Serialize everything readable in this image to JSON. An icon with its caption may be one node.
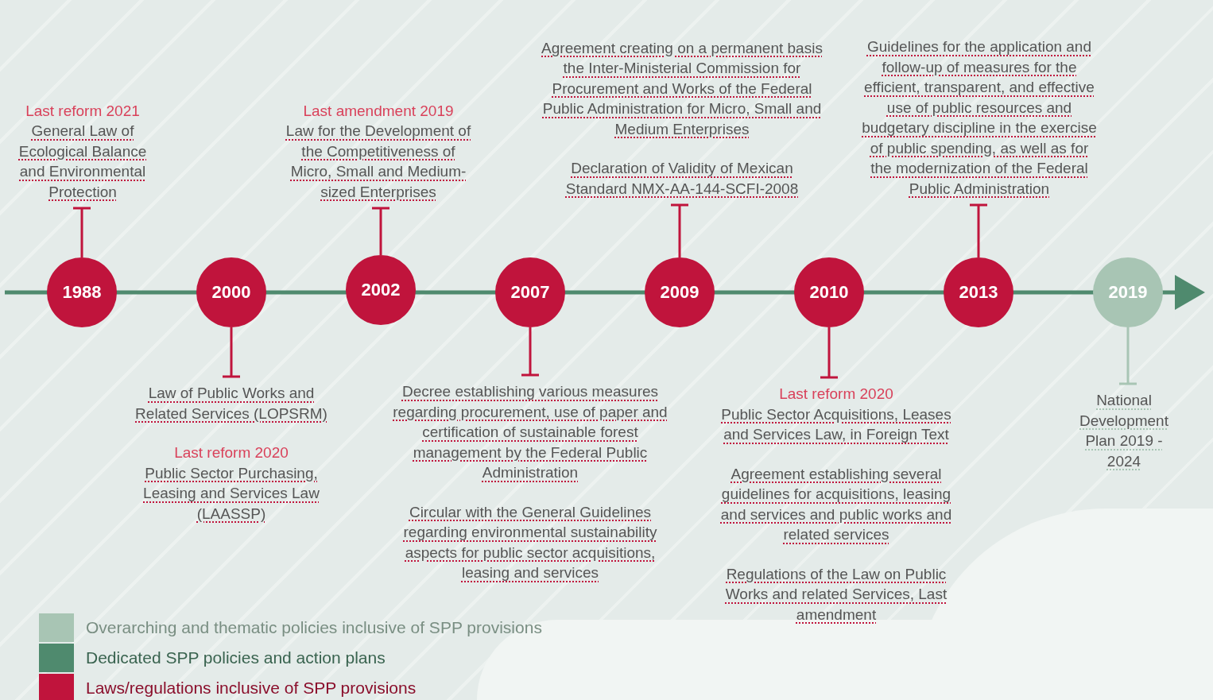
{
  "diagram": {
    "nodes": [
      {
        "text": [
          "1988"
        ]
      },
      {
        "text": [
          "2000"
        ]
      },
      {
        "text": [
          "2002"
        ]
      },
      {
        "text": [
          "2007"
        ]
      },
      {
        "text": [
          "2009"
        ]
      },
      {
        "text": [
          "2010"
        ]
      },
      {
        "text": [
          "2013"
        ]
      },
      {
        "text": [
          "2019"
        ]
      },
      {
        "text": [
          "Last reform 2021",
          "General Law of Ecological Balance and Environmental Protection"
        ]
      },
      {
        "text": [
          "Law of Public Works and Related Services (LOPSRM)",
          "Last reform 2020",
          "Public Sector Purchasing, Leasing and Services Law (LAASSP)"
        ]
      },
      {
        "text": [
          "Last amendment 2019",
          "Law for the Development of the Competitiveness of Micro, Small and Medium-sized Enterprises"
        ]
      },
      {
        "text": [
          "Decree establishing various measures regarding procurement, use of paper and certification of sustainable forest management by the Federal Public Administration",
          "Circular with the General Guidelines regarding environmental sustainability aspects for public sector acquisitions, leasing and services"
        ]
      },
      {
        "text": [
          "Agreement creating on a permanent basis the Inter-Ministerial Commission for Procurement and Works of the Federal Public Administration for Micro, Small and Medium Enterprises",
          "Declaration of Validity of Mexican Standard NMX-AA-144-SCFI-2008"
        ]
      },
      {
        "text": [
          "Last reform 2020",
          "Public Sector Acquisitions, Leases and Services Law, in Foreign Text",
          "Agreement establishing several guidelines for acquisitions, leasing and services and public works and related services",
          "Regulations of the Law on Public Works and related Services, Last amendment"
        ]
      },
      {
        "text": [
          "Guidelines for the application and follow-up of measures for the efficient, transparent, and effective use of public resources and budgetary discipline in the exercise of public spending, as well as for the modernization of the Federal Public Administration"
        ]
      },
      {
        "text": [
          "National Development Plan 2019 - 2024"
        ]
      }
    ],
    "edges": [
      {
        "from": 0,
        "to": 8,
        "arrow": "other"
      },
      {
        "from": 1,
        "to": 9,
        "arrow": "other"
      },
      {
        "from": 2,
        "to": 10,
        "arrow": "other"
      },
      {
        "from": 3,
        "to": 11,
        "arrow": "other"
      },
      {
        "from": 4,
        "to": 12,
        "arrow": "other"
      },
      {
        "from": 5,
        "to": 13,
        "arrow": "other"
      },
      {
        "from": 6,
        "to": 14,
        "arrow": "other"
      },
      {
        "from": 7,
        "to": 15,
        "arrow": "other",
        "color": "#a8c5b4"
      }
    ],
    "legend": [
      {
        "text": "Overarching and thematic policies inclusive of SPP provisions",
        "color": "#a8c5b4"
      },
      {
        "text": "Dedicated SPP policies and action plans",
        "color": "#4f8a6e"
      },
      {
        "text": "Laws/regulations inclusive of SPP provisions",
        "color": "#c0143c"
      }
    ]
  }
}
